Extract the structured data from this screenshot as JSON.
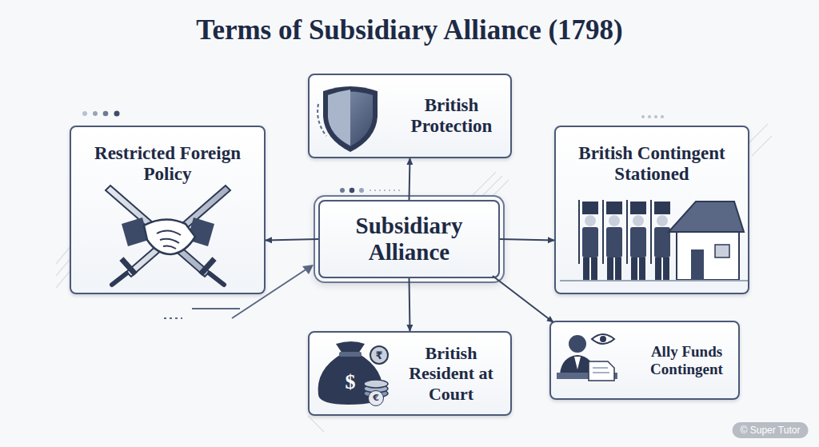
{
  "diagram": {
    "title": "Terms of Subsidiary Alliance (1798)",
    "nodes": [
      {
        "text": [
          "British Protection"
        ]
      },
      {
        "text": [
          "Restricted Foreign Policy"
        ]
      },
      {
        "text": [
          "Subsidiary Alliance"
        ]
      },
      {
        "text": [
          "British Contingent Stationed"
        ]
      },
      {
        "text": [
          "British Resident at Court"
        ]
      },
      {
        "text": [
          "Ally Funds Contingent"
        ]
      }
    ],
    "edges": [
      {
        "from": 2,
        "to": 0,
        "arrow": "to"
      },
      {
        "from": 2,
        "to": 1,
        "arrow": "to"
      },
      {
        "from": 2,
        "to": 3,
        "arrow": "to"
      },
      {
        "from": 2,
        "to": 4,
        "arrow": "to"
      },
      {
        "from": 2,
        "to": 5,
        "arrow": "to"
      }
    ],
    "labels": [
      "$",
      "₹",
      "€",
      "© Super Tutor"
    ]
  }
}
